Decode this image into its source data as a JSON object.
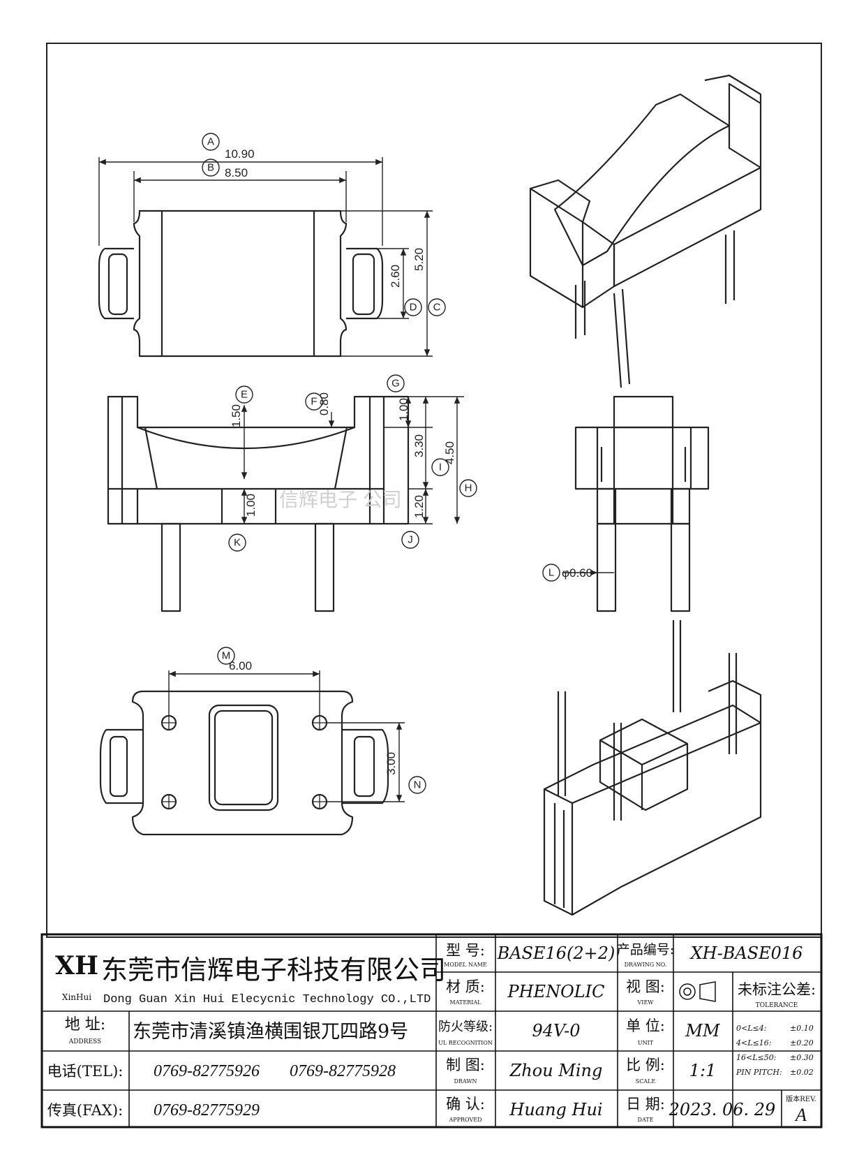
{
  "dimensions": {
    "A": {
      "letter": "A",
      "value": "10.90"
    },
    "B": {
      "letter": "B",
      "value": "8.50"
    },
    "C": {
      "letter": "C",
      "value": "5.20"
    },
    "D": {
      "letter": "D",
      "value": "2.60"
    },
    "E": {
      "letter": "E",
      "value": "1.50"
    },
    "F": {
      "letter": "F",
      "value": "0.80"
    },
    "G": {
      "letter": "G",
      "value": "1.00"
    },
    "H": {
      "letter": "H",
      "value": "4.50"
    },
    "I": {
      "letter": "I",
      "value": "3.30"
    },
    "J": {
      "letter": "J",
      "value": "1.20"
    },
    "K": {
      "letter": "K",
      "value": "1.00"
    },
    "L": {
      "letter": "L",
      "value": "φ0.60"
    },
    "M": {
      "letter": "M",
      "value": "6.00"
    },
    "N": {
      "letter": "N",
      "value": "3.00"
    }
  },
  "watermark": "信辉电子 公司",
  "title_block": {
    "logo_mark": "XH",
    "logo_caption": "XinHui",
    "company_cn": "东莞市信辉电子科技有限公司",
    "company_en": "Dong Guan Xin Hui Elecycnic Technology CO.,LTD",
    "address_label": "地  址:",
    "address_sub": "ADDRESS",
    "address": "东莞市清溪镇渔横围银兀四路9号",
    "tel_label": "电话(TEL):",
    "tel1": "0769-82775926",
    "tel2": "0769-82775928",
    "fax_label": "传真(FAX):",
    "fax": "0769-82775929",
    "model_label": "型  号:",
    "model_sub": "MODEL NAME",
    "model": "BASE16(2+2)",
    "material_label": "材  质:",
    "material_sub": "MATERIAL",
    "material": "PHENOLIC",
    "ul_label": "防火等级:",
    "ul_sub": "UL RECOGNITION",
    "ul": "94V-0",
    "drawn_label": "制  图:",
    "drawn_sub": "DRAWN",
    "drawn": "Zhou Ming",
    "approved_label": "确  认:",
    "approved_sub": "APPROVED",
    "approved": "Huang Hui",
    "drawing_no_label": "产品编号:",
    "drawing_no_sub": "DRAWING NO.",
    "drawing_no": "XH-BASE016",
    "view_label": "视  图:",
    "view_sub": "VIEW",
    "unit_label": "单  位:",
    "unit_sub": "UNIT",
    "unit": "MM",
    "scale_label": "比  例:",
    "scale_sub": "SCALE",
    "scale": "1:1",
    "date_label": "日  期:",
    "date_sub": "DATE",
    "date": "2023. 06. 29",
    "tolerance_label": "未标注公差:",
    "tolerance_sub": "TOLERANCE",
    "tolerances": [
      {
        "range": "0<L≤4:",
        "value": "±0.10"
      },
      {
        "range": "4<L≤16:",
        "value": "±0.20"
      },
      {
        "range": "16<L≤50:",
        "value": "±0.30"
      },
      {
        "range": "PIN PITCH:",
        "value": "±0.02"
      }
    ],
    "rev_label": "版本REV.",
    "rev": "A"
  }
}
